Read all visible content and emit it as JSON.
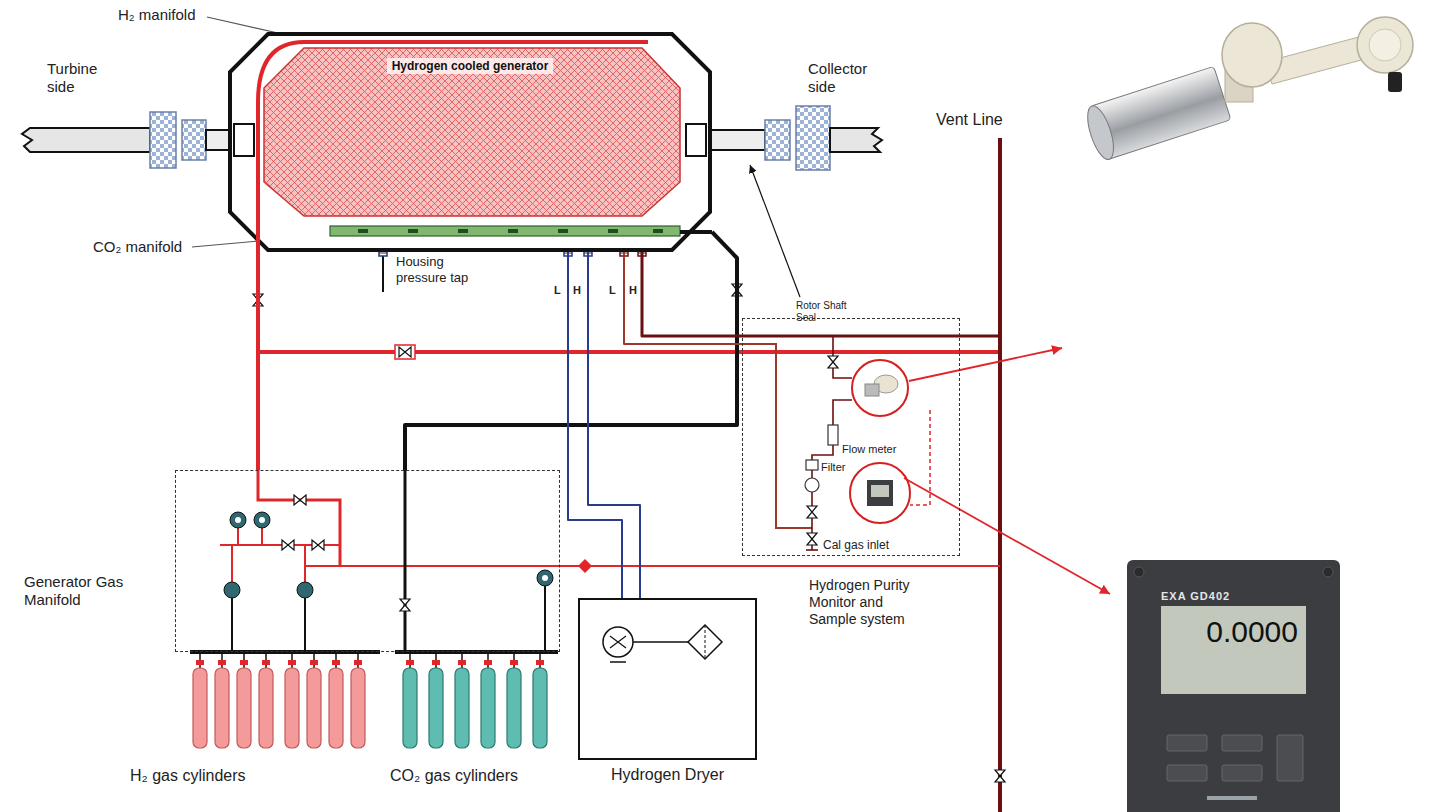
{
  "diagram": {
    "nodes": [
      {
        "text": [
          "Hydrogen cooled generator"
        ]
      },
      {
        "text": [
          "Hydrogen Purity Monitor and Sample system"
        ]
      },
      {
        "text": [
          "Generator Gas Manifold"
        ]
      },
      {
        "text": [
          "EXA GD402",
          "0.0000"
        ]
      },
      {
        "text": [
          "Hydrogen Dryer"
        ]
      }
    ],
    "edges": [
      {
        "from": 0,
        "to": 2,
        "arrow": "none"
      },
      {
        "from": 0,
        "to": 2,
        "arrow": "none"
      },
      {
        "from": 0,
        "to": 4,
        "arrow": "none"
      },
      {
        "from": 0,
        "to": 4,
        "arrow": "none"
      },
      {
        "from": 0,
        "to": 1,
        "arrow": "none"
      },
      {
        "from": 0,
        "to": 1,
        "arrow": "none"
      }
    ],
    "labels": [
      "H₂ manifold",
      "Turbine side",
      "Collector side",
      "Vent Line",
      "Rotor Shaft Seal",
      "CO₂ manifold",
      "Housing pressure tap",
      "L",
      "H",
      "L",
      "H",
      "Flow meter",
      "Filter",
      "Cal gas inlet",
      "H₂ gas cylinders",
      "CO₂ gas cylinders"
    ]
  }
}
